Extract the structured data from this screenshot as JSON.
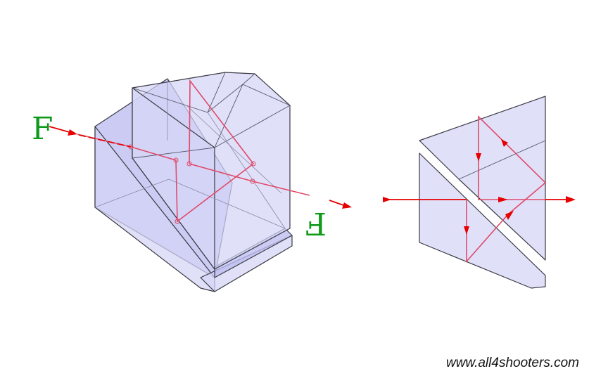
{
  "labels": {
    "input_letter": "F",
    "output_letter": "F"
  },
  "credit": "www.all4shooters.com",
  "colors": {
    "prism_fill": "#d4d4f6",
    "ray": "#e04a6a",
    "arrow": "#e60000",
    "letter": "#0f9a1a"
  }
}
